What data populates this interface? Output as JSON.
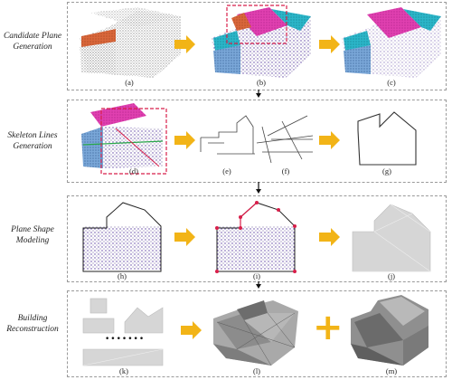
{
  "stages": [
    {
      "label": "Candidate Plane\nGeneration"
    },
    {
      "label": "Skeleton Lines\nGeneration"
    },
    {
      "label": "Plane Shape\nModeling"
    },
    {
      "label": "Building\nReconstruction"
    }
  ],
  "captions": [
    "(a)",
    "(b)",
    "(c)",
    "(d)",
    "(e)",
    "(f)",
    "(g)",
    "(h)",
    "(i)",
    "(j)",
    "(k)",
    "(l)",
    "(m)"
  ],
  "operators": {
    "ellipsis": "•••••••",
    "plus": "+"
  },
  "colors": {
    "arrow": "#f2b417",
    "frame": "#9a9a9a",
    "highlight": "#d81f4a",
    "magenta": "#e040b0",
    "cyan": "#2bb6c9",
    "points": "#5b3fa0",
    "gray_model": "#8f8f8f",
    "gray_flat": "#d6d6d6",
    "plus": "#f2b417"
  }
}
